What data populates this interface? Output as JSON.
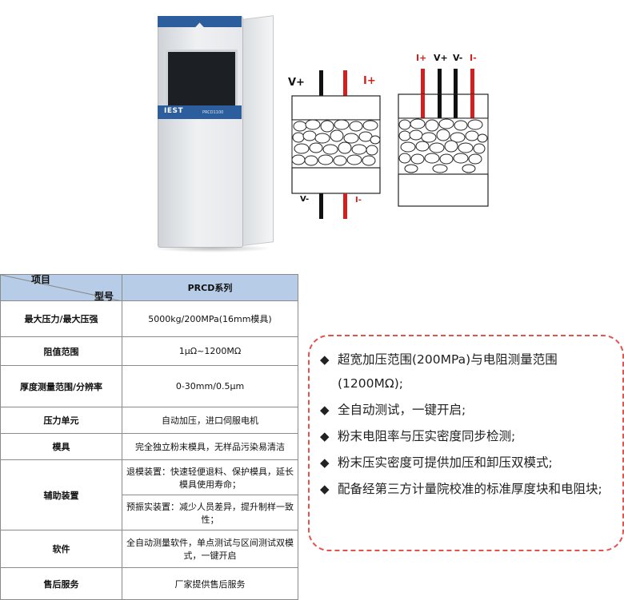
{
  "instrument": {
    "logo": "IEST",
    "model": "PRCD1100"
  },
  "diagram_left": {
    "v_plus": "V+",
    "i_plus": "I+",
    "v_minus": "V-",
    "i_minus": "I-"
  },
  "diagram_right": {
    "i_plus": "I+",
    "v_plus": "V+",
    "v_minus": "V-",
    "i_minus": "I-"
  },
  "table": {
    "header_model": "型号",
    "header_item": "项目",
    "header_series": "PRCD系列",
    "rows": [
      {
        "label": "最大压力/最大压强",
        "value": "5000kg/200MPa(16mm模具)"
      },
      {
        "label": "阻值范围",
        "value": "1μΩ~1200MΩ"
      },
      {
        "label": "厚度测量范围/分辨率",
        "value": "0-30mm/0.5μm"
      },
      {
        "label": "压力单元",
        "value": "自动加压，进口伺服电机"
      },
      {
        "label": "模具",
        "value": "完全独立粉末模具，无样品污染易清洁"
      },
      {
        "label": "辅助装置",
        "value": "退模装置：快速轻便退料、保护模具，延长模具使用寿命；",
        "value2": "预振实装置：减少人员差异，提升制样一致性；"
      },
      {
        "label": "软件",
        "value": "全自动测量软件，单点测试与区间测试双模式，一键开启"
      },
      {
        "label": "售后服务",
        "value": "厂家提供售后服务"
      }
    ]
  },
  "features": {
    "bullet": "◆",
    "items": [
      "超宽加压范围(200MPa)与电阻测量范围(1200MΩ);",
      "全自动测试，一键开启;",
      "粉末电阻率与压实密度同步检测;",
      "粉末压实密度可提供加压和卸压双模式;",
      "配备经第三方计量院校准的标准厚度块和电阻块;"
    ]
  }
}
